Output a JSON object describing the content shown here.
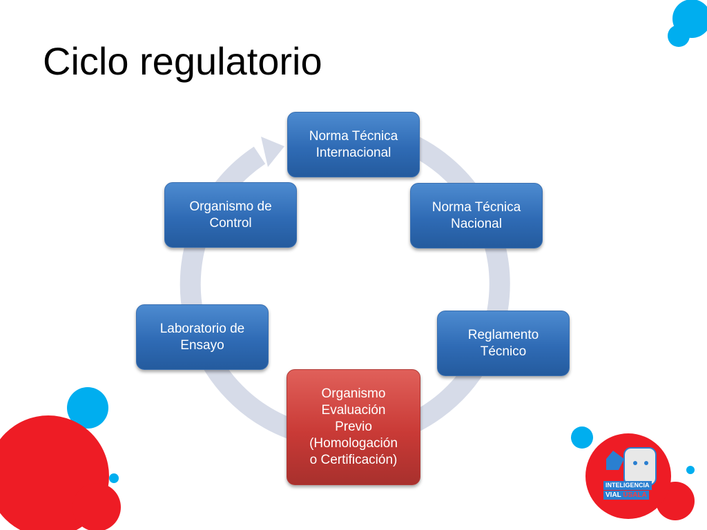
{
  "slide": {
    "title": "Ciclo regulatorio"
  },
  "nodes": [
    {
      "id": "norma-tecnica-internacional",
      "label": "Norma Técnica\nInternacional",
      "color": "#2f6bb5"
    },
    {
      "id": "norma-tecnica-nacional",
      "label": "Norma Técnica\nNacional",
      "color": "#2f6bb5"
    },
    {
      "id": "reglamento-tecnico",
      "label": "Reglamento\nTécnico",
      "color": "#2f6bb5"
    },
    {
      "id": "organismo-evaluacion-previo",
      "label": "Organismo\nEvaluación\nPrevio\n(Homologación\no Certificación)",
      "color": "#c93a36"
    },
    {
      "id": "laboratorio-de-ensayo",
      "label": "Laboratorio de\nEnsayo",
      "color": "#2f6bb5"
    },
    {
      "id": "organismo-de-control",
      "label": "Organismo de\nControl",
      "color": "#2f6bb5"
    }
  ],
  "logo": {
    "line1": "INTELIGENCIA",
    "line2a": "VIAL",
    "line2b": "ÚSALA"
  },
  "colors": {
    "ring": "#d6dbe8",
    "blue_node": "#2f6bb5",
    "red_node": "#c93a36",
    "decor_red": "#ee1c25",
    "decor_blue": "#00aeef"
  }
}
